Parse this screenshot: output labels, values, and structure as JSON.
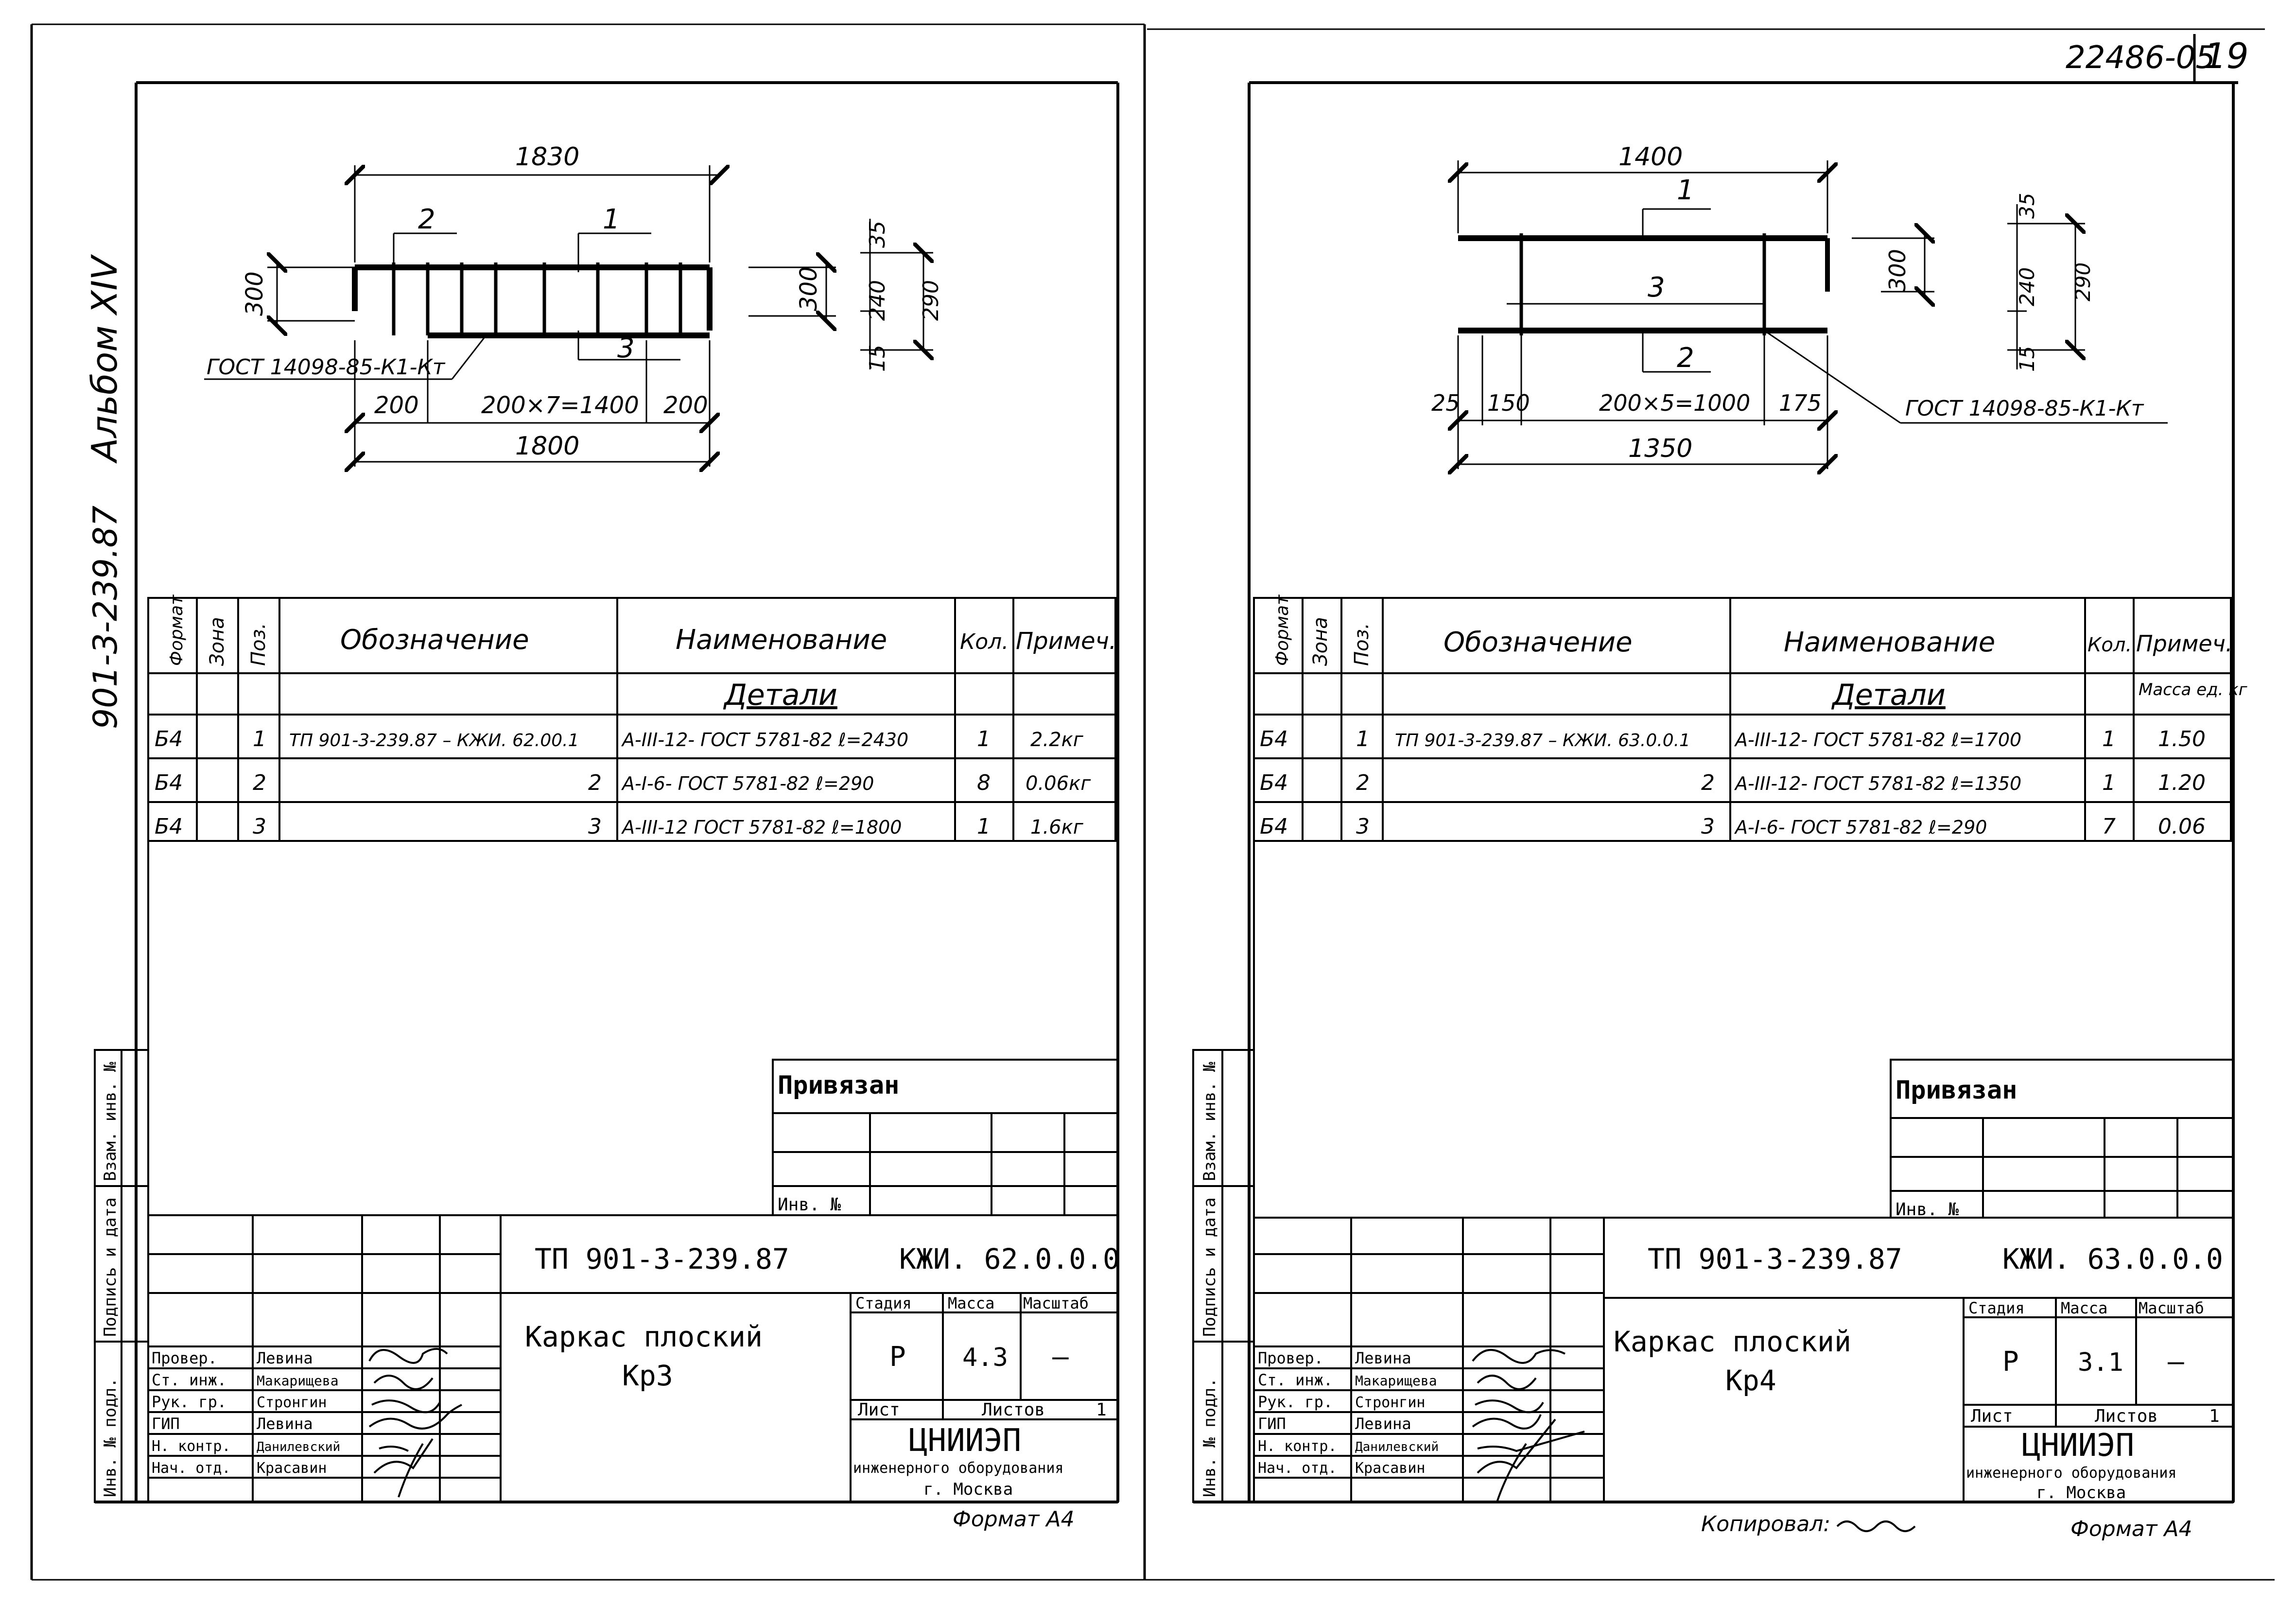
{
  "header": {
    "doc_code": "22486-05",
    "page_number": "19",
    "album_series": "901-3-239.87",
    "album_label": "Альбом XIV"
  },
  "copied_by_label": "Копировал:",
  "sheets": [
    {
      "drawing": {
        "dims": {
          "overall": "1830",
          "inner_overall": "1800",
          "spacing_left": "200",
          "spacing_mid": "200×7=1400",
          "spacing_right": "200",
          "height_left": "300",
          "height_mid": "300",
          "h_top": "35",
          "h_mid": "240",
          "h_bot": "15",
          "h_total": "290"
        },
        "callouts": [
          "2",
          "1",
          "3"
        ],
        "gost_note": "ГОСТ 14098-85-К1-Кт"
      },
      "spec_table": {
        "headers": [
          "Формат",
          "Зона",
          "Поз.",
          "Обозначение",
          "Наименование",
          "Кол.",
          "Примеч."
        ],
        "section": "Детали",
        "unit_note": "",
        "rows": [
          {
            "format": "Б4",
            "zone": "",
            "pos": "1",
            "designation": "ТП 901-3-239.87 – КЖИ. 62.00.1",
            "name": "А-III-12- ГОСТ 5781-82 ℓ=2430",
            "qty": "1",
            "note": "2.2кг"
          },
          {
            "format": "Б4",
            "zone": "",
            "pos": "2",
            "designation": "2",
            "name": "А-I-6- ГОСТ 5781-82 ℓ=290",
            "qty": "8",
            "note": "0.06кг"
          },
          {
            "format": "Б4",
            "zone": "",
            "pos": "3",
            "designation": "3",
            "name": "А-III-12 ГОСТ 5781-82 ℓ=1800",
            "qty": "1",
            "note": "1.6кг"
          }
        ]
      },
      "side_labels": [
        "Взам. инв. №",
        "Подпись и дата",
        "Инв. № подл."
      ],
      "privyazan": {
        "title": "Привязан",
        "inv_label": "Инв. №"
      },
      "title_block": {
        "project": "ТП 901-3-239.87",
        "doc_code": "КЖИ. 62.0.0.0",
        "title_line1": "Каркас плоский",
        "title_line2": "Кр3",
        "stage_label": "Стадия",
        "mass_label": "Масса",
        "scale_label": "Масштаб",
        "stage": "Р",
        "mass": "4.3",
        "scale": "—",
        "sheet_label": "Лист",
        "sheets_label": "Листов",
        "sheets_value": "1",
        "org_name": "ЦНИИЭП",
        "org_sub": "инженерного оборудования",
        "org_city": "г. Москва",
        "signatories": [
          {
            "role": "Провер.",
            "name": "Левина"
          },
          {
            "role": "Ст. инж.",
            "name": "Макарищева"
          },
          {
            "role": "Рук. гр.",
            "name": "Стронгин"
          },
          {
            "role": "ГИП",
            "name": "Левина"
          },
          {
            "role": "Н. контр.",
            "name": "Данилевский"
          },
          {
            "role": "Нач. отд.",
            "name": "Красавин"
          }
        ]
      },
      "format_label": "Формат А4"
    },
    {
      "drawing": {
        "dims": {
          "overall": "1400",
          "inner_overall": "1350",
          "spacing_a": "25",
          "spacing_b": "150",
          "spacing_mid": "200×5=1000",
          "spacing_right": "175",
          "height_left": "300",
          "h_top": "35",
          "h_mid": "240",
          "h_bot": "15",
          "h_total": "290"
        },
        "callouts": [
          "1",
          "3",
          "2"
        ],
        "gost_note": "ГОСТ 14098-85-К1-Кт"
      },
      "spec_table": {
        "headers": [
          "Формат",
          "Зона",
          "Поз.",
          "Обозначение",
          "Наименование",
          "Кол.",
          "Примеч."
        ],
        "section": "Детали",
        "unit_note": "Масса ед. кг",
        "rows": [
          {
            "format": "Б4",
            "zone": "",
            "pos": "1",
            "designation": "ТП 901-3-239.87 – КЖИ. 63.0.0.1",
            "name": "А-III-12- ГОСТ 5781-82 ℓ=1700",
            "qty": "1",
            "note": "1.50"
          },
          {
            "format": "Б4",
            "zone": "",
            "pos": "2",
            "designation": "2",
            "name": "А-III-12- ГОСТ 5781-82 ℓ=1350",
            "qty": "1",
            "note": "1.20"
          },
          {
            "format": "Б4",
            "zone": "",
            "pos": "3",
            "designation": "3",
            "name": "А-I-6- ГОСТ 5781-82 ℓ=290",
            "qty": "7",
            "note": "0.06"
          }
        ]
      },
      "side_labels": [
        "Взам. инв. №",
        "Подпись и дата",
        "Инв. № подл."
      ],
      "privyazan": {
        "title": "Привязан",
        "inv_label": "Инв. №"
      },
      "title_block": {
        "project": "ТП 901-3-239.87",
        "doc_code": "КЖИ. 63.0.0.0",
        "title_line1": "Каркас плоский",
        "title_line2": "Кр4",
        "stage_label": "Стадия",
        "mass_label": "Масса",
        "scale_label": "Масштаб",
        "stage": "Р",
        "mass": "3.1",
        "scale": "—",
        "sheet_label": "Лист",
        "sheets_label": "Листов",
        "sheets_value": "1",
        "org_name": "ЦНИИЭП",
        "org_sub": "инженерного оборудования",
        "org_city": "г. Москва",
        "signatories": [
          {
            "role": "Провер.",
            "name": "Левина"
          },
          {
            "role": "Ст. инж.",
            "name": "Макарищева"
          },
          {
            "role": "Рук. гр.",
            "name": "Стронгин"
          },
          {
            "role": "ГИП",
            "name": "Левина"
          },
          {
            "role": "Н. контр.",
            "name": "Данилевский"
          },
          {
            "role": "Нач. отд.",
            "name": "Красавин"
          }
        ]
      },
      "format_label": "Формат А4"
    }
  ]
}
